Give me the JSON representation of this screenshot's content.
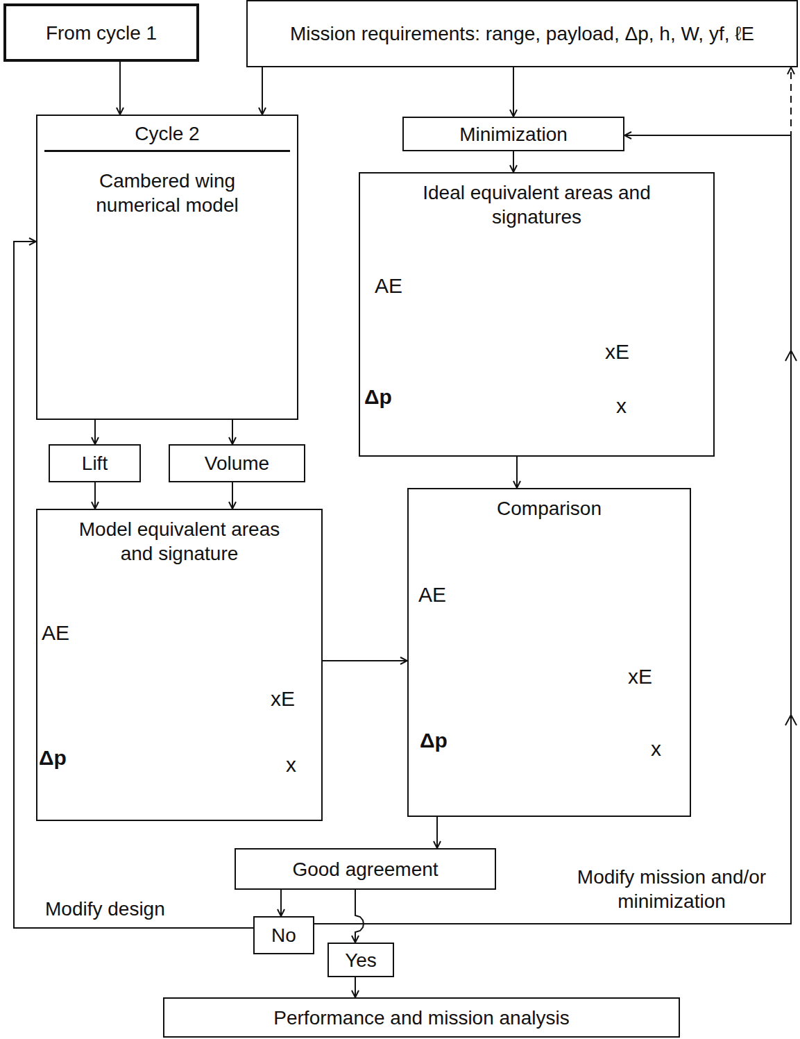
{
  "diagram": {
    "nodes": [
      {
        "text": [
          "From cycle 1"
        ]
      },
      {
        "text": [
          "Mission requirements: range, payload, Δp, h, W, yf, ℓE"
        ]
      },
      {
        "text": [
          "Cycle 2",
          "Cambered wing numerical model"
        ]
      },
      {
        "text": [
          "Minimization"
        ]
      },
      {
        "text": [
          "Ideal equivalent areas and signatures"
        ]
      },
      {
        "text": [
          "Lift"
        ]
      },
      {
        "text": [
          "Volume"
        ]
      },
      {
        "text": [
          "Model equivalent areas and signature"
        ]
      },
      {
        "text": [
          "Comparison"
        ]
      },
      {
        "text": [
          "Good agreement"
        ]
      },
      {
        "text": [
          "No"
        ]
      },
      {
        "text": [
          "Yes"
        ]
      },
      {
        "text": [
          "Performance and mission analysis"
        ]
      }
    ],
    "edges": [
      {
        "from": 0,
        "to": 2,
        "arrow": "to"
      },
      {
        "from": 1,
        "to": 2,
        "arrow": "to"
      },
      {
        "from": 1,
        "to": 3,
        "arrow": "to"
      },
      {
        "from": 3,
        "to": 4,
        "arrow": "to"
      },
      {
        "from": 2,
        "to": 5,
        "arrow": "to"
      },
      {
        "from": 2,
        "to": 6,
        "arrow": "to"
      },
      {
        "from": 5,
        "to": 7,
        "arrow": "to"
      },
      {
        "from": 6,
        "to": 7,
        "arrow": "to"
      },
      {
        "from": 4,
        "to": 8,
        "arrow": "to"
      },
      {
        "from": 7,
        "to": 8,
        "arrow": "to"
      },
      {
        "from": 8,
        "to": 9,
        "arrow": "to"
      },
      {
        "from": 9,
        "to": 10,
        "arrow": "to"
      },
      {
        "from": 9,
        "to": 11,
        "arrow": "to"
      },
      {
        "from": 11,
        "to": 12,
        "arrow": "to"
      },
      {
        "from": 10,
        "to": 2,
        "label": "Modify design",
        "arrow": "to"
      },
      {
        "from": 10,
        "to": 3,
        "label": "Modify mission and/or minimization",
        "arrow": "to"
      },
      {
        "from": 10,
        "to": 1,
        "arrow": "to"
      }
    ],
    "labels": [
      "AE",
      "xE",
      "Δp",
      "x",
      "AE",
      "xE",
      "Δp",
      "x",
      "AE",
      "xE",
      "Δp",
      "x"
    ]
  }
}
